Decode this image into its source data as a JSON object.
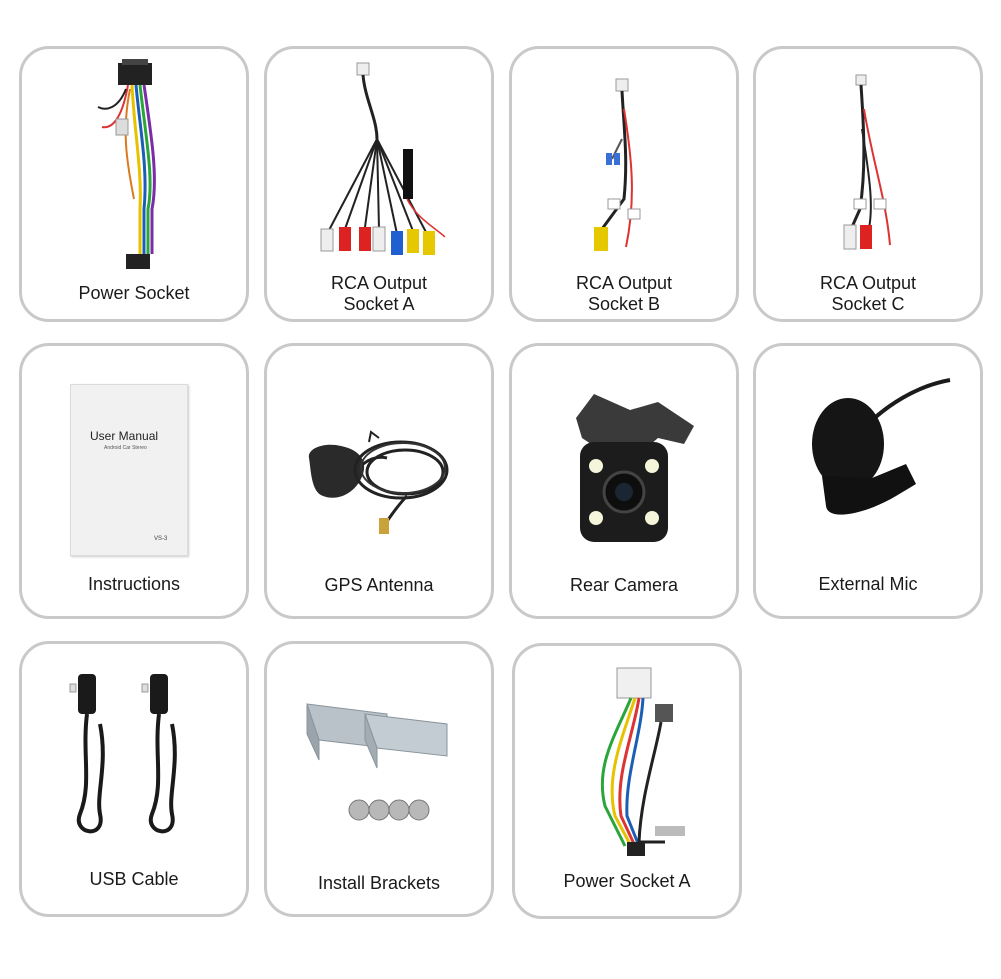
{
  "items": [
    {
      "label": "Power Socket",
      "icon": "power-socket-harness-icon"
    },
    {
      "label": "RCA Output",
      "label2": "Socket A",
      "icon": "rca-output-cable-a-icon"
    },
    {
      "label": "RCA Output",
      "label2": "Socket B",
      "icon": "rca-output-cable-b-icon"
    },
    {
      "label": "RCA Output",
      "label2": "Socket C",
      "icon": "rca-output-cable-c-icon"
    },
    {
      "label": "Instructions",
      "icon": "user-manual-icon",
      "manual": {
        "title": "User Manual",
        "subtitle": "Android Car Stereo",
        "code": "VS-3"
      }
    },
    {
      "label": "GPS Antenna",
      "icon": "gps-antenna-icon"
    },
    {
      "label": "Rear Camera",
      "icon": "rear-camera-icon"
    },
    {
      "label": "External Mic",
      "icon": "external-mic-icon"
    },
    {
      "label": "USB Cable",
      "icon": "usb-cable-icon"
    },
    {
      "label": "Install  Brackets",
      "icon": "install-brackets-icon"
    },
    {
      "label": "Power Socket A",
      "icon": "power-socket-a-harness-icon"
    }
  ],
  "colors": {
    "card_border": "#c9c9c9",
    "label_text": "#1a1a1a"
  }
}
